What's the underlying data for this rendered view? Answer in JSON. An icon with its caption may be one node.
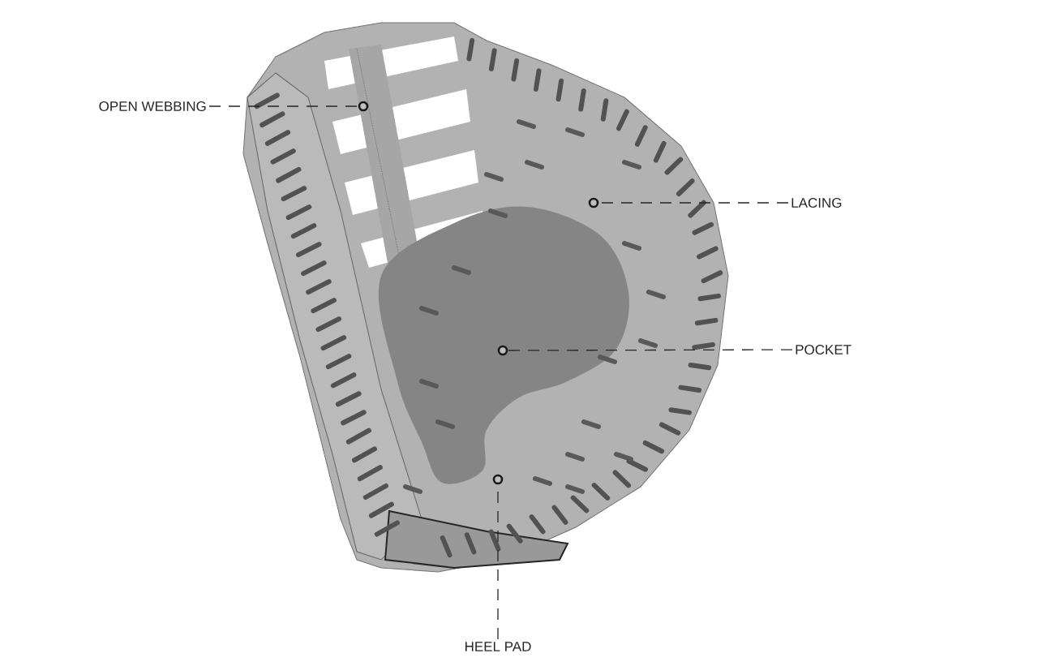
{
  "diagram": {
    "nodes": [
      {
        "text": [
          "OPEN WEBBING"
        ]
      },
      {
        "text": [
          "LACING"
        ]
      },
      {
        "text": [
          "POCKET"
        ]
      },
      {
        "text": [
          "HEEL PAD"
        ]
      },
      {
        "text": [],
        "shape": "circle"
      },
      {
        "text": [],
        "shape": "circle"
      },
      {
        "text": [],
        "shape": "circle"
      },
      {
        "text": [],
        "shape": "circle"
      }
    ],
    "edges": [
      {
        "from": 0,
        "to": 4,
        "arrow": "none",
        "style": "dashed"
      },
      {
        "from": 1,
        "to": 5,
        "arrow": "none",
        "style": "dashed"
      },
      {
        "from": 2,
        "to": 6,
        "arrow": "none",
        "style": "dashed"
      },
      {
        "from": 3,
        "to": 7,
        "arrow": "none",
        "style": "dashed"
      }
    ]
  }
}
